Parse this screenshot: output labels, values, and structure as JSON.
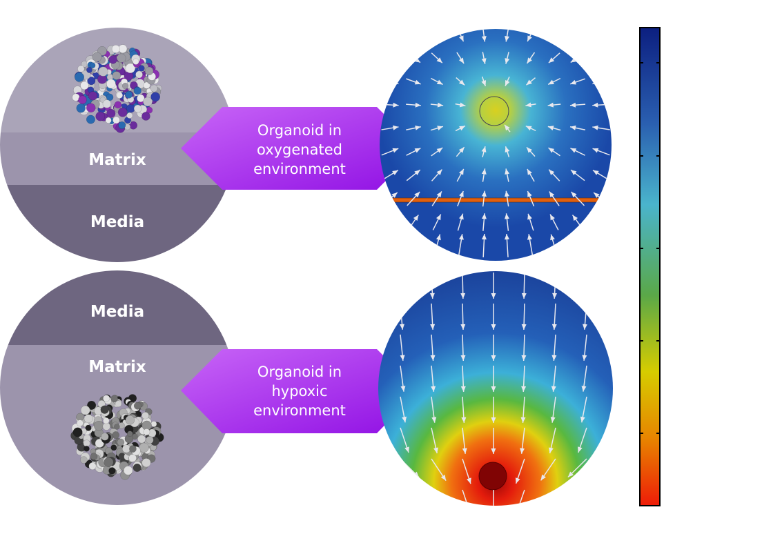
{
  "top_panel": {
    "layers": {
      "matrix": "Matrix",
      "media": "Media"
    },
    "callout": [
      "Organoid in",
      "oxygenated",
      "environment"
    ]
  },
  "bottom_panel": {
    "layers": {
      "media": "Media",
      "matrix": "Matrix"
    },
    "callout": [
      "Organoid in",
      "hypoxic",
      "environment"
    ]
  },
  "colors": {
    "sky": "#aaa4b8",
    "matrix": "#9c94ac",
    "media": "#6e6680",
    "callout_start": "#c45cf5",
    "callout_end": "#9a12e6",
    "field_low": "#1c3f98",
    "field_high": "#e8200c",
    "membrane": "#e06010"
  },
  "colorbar": {
    "ticks": 5,
    "stops": [
      "#0c1f80",
      "#2a5fb0",
      "#4ab4cc",
      "#5aa848",
      "#d6cc00",
      "#e88400",
      "#ee1c08"
    ]
  }
}
